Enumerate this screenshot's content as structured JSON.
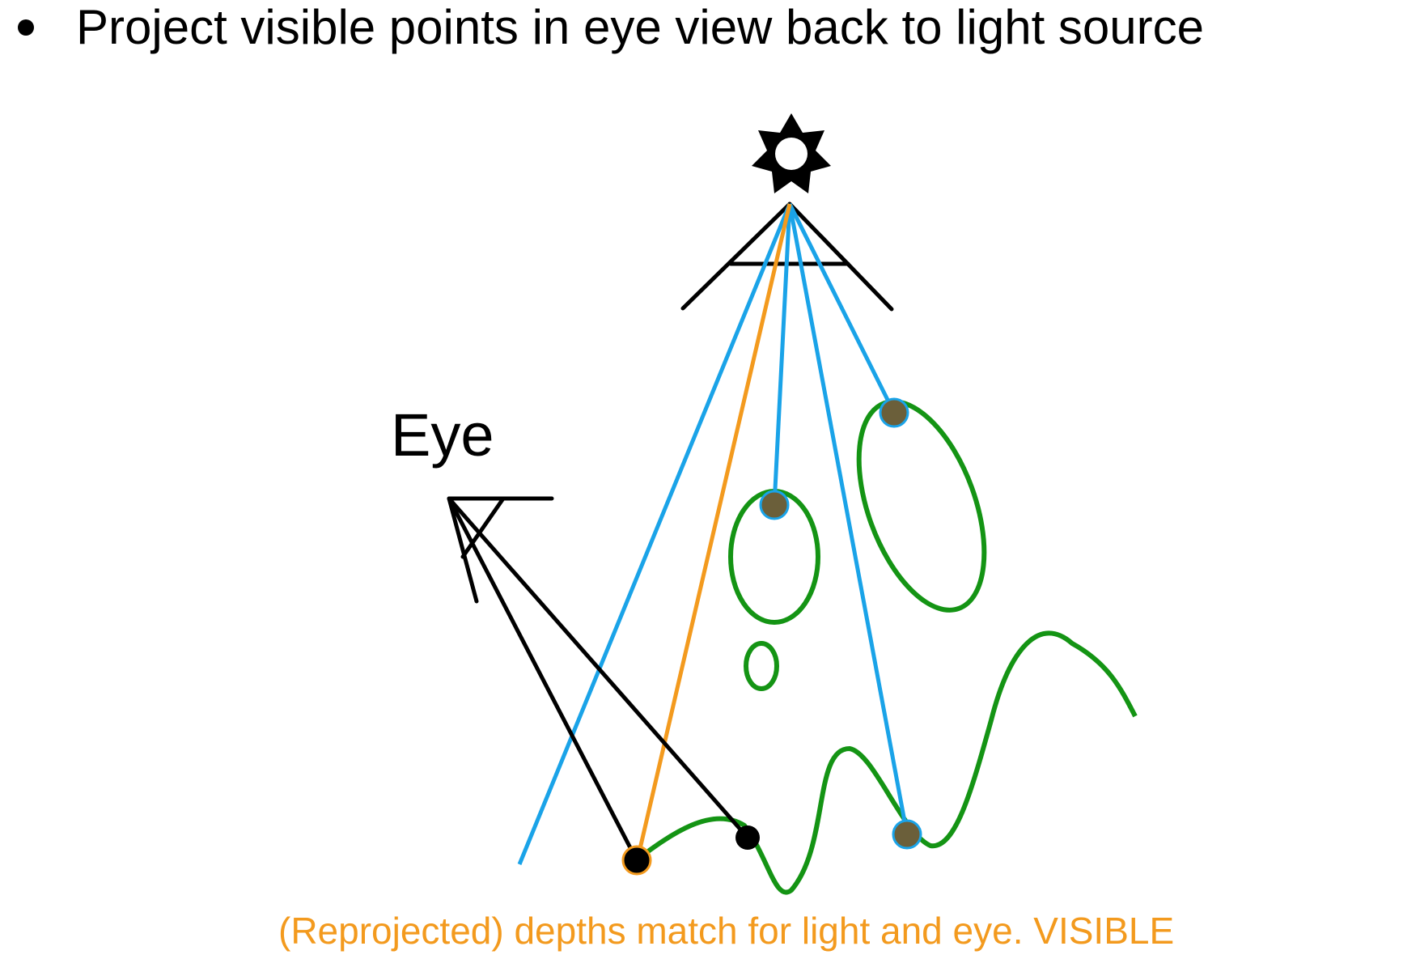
{
  "slide": {
    "bullet_text": "Project visible points in eye view back to light source",
    "eye_label": "Eye",
    "caption": "(Reprojected) depths match for light and eye.  VISIBLE"
  },
  "colors": {
    "text": "#000000",
    "light_ray": "#1aa3e8",
    "matched_ray": "#f39a1e",
    "surface": "#149414",
    "eye_ray": "#000000",
    "shadow_point_fill": "#6b5f3a",
    "caption": "#f39a1e"
  },
  "icons": {
    "light": "light-source-icon",
    "light_frustum": "light-frustum-icon",
    "eye_frustum": "eye-frustum-icon"
  }
}
